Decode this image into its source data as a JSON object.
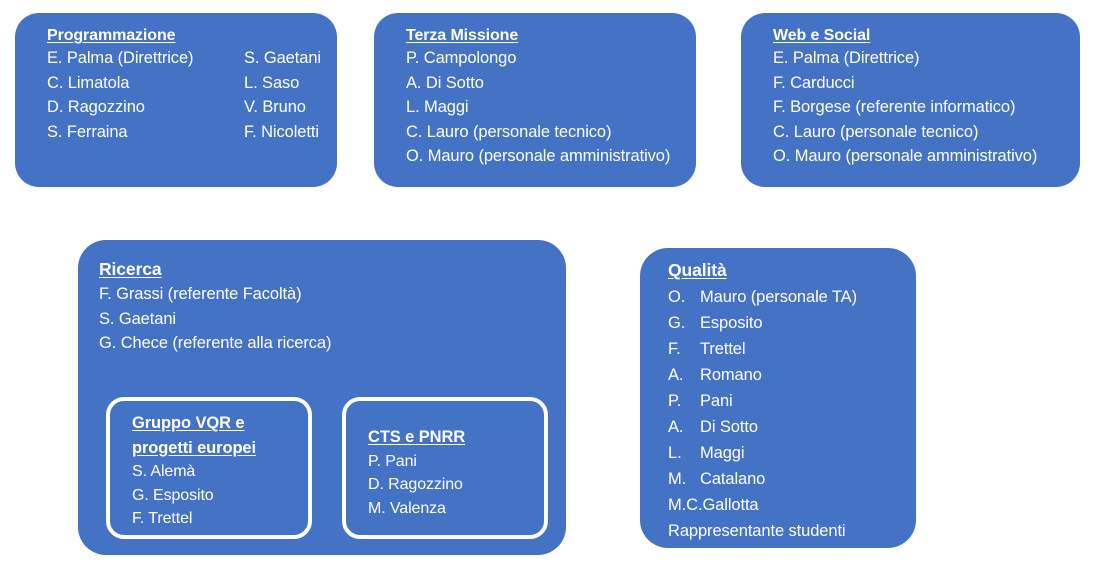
{
  "theme": {
    "card_fill": "#4472C4",
    "card_text": "#FFFFFF",
    "subcard_border": "#FFFFFF",
    "page_background": "#FFFFFF"
  },
  "cards": {
    "programmazione": {
      "title": "Programmazione",
      "column_left": [
        "E. Palma (Direttrice)",
        "C. Limatola",
        "D. Ragozzino",
        "S. Ferraina"
      ],
      "column_right": [
        "S. Gaetani",
        "L. Saso",
        "V. Bruno",
        "F. Nicoletti"
      ]
    },
    "terza_missione": {
      "title": "Terza Missione",
      "members": [
        "P. Campolongo",
        "A. Di Sotto",
        "L. Maggi",
        "C. Lauro (personale tecnico)",
        "O. Mauro (personale amministrativo)"
      ]
    },
    "web_social": {
      "title": "Web e Social",
      "members": [
        "E. Palma (Direttrice)",
        "F. Carducci",
        "F. Borgese (referente informatico)",
        "C. Lauro (personale tecnico)",
        "O. Mauro (personale amministrativo)"
      ]
    },
    "ricerca": {
      "title": "Ricerca",
      "members": [
        "F. Grassi (referente Facoltà)",
        "S. Gaetani",
        "G. Chece (referente alla ricerca)"
      ],
      "subgroups": {
        "vqr": {
          "title_line1": "Gruppo VQR e",
          "title_line2": "progetti europei",
          "members": [
            "S. Alemà",
            "G. Esposito",
            "F. Trettel"
          ]
        },
        "cts": {
          "title": "CTS e PNRR",
          "members": [
            "P. Pani",
            "D. Ragozzino",
            "M. Valenza"
          ]
        }
      }
    },
    "qualita": {
      "title": "Qualità",
      "members": [
        {
          "initial": "O.",
          "name": "Mauro (personale TA)"
        },
        {
          "initial": "G.",
          "name": "Esposito"
        },
        {
          "initial": "F.",
          "name": "Trettel"
        },
        {
          "initial": "A.",
          "name": "Romano"
        },
        {
          "initial": "P.",
          "name": "Pani"
        },
        {
          "initial": "A.",
          "name": "Di Sotto"
        },
        {
          "initial": "L.",
          "name": "Maggi"
        },
        {
          "initial": "M.",
          "name": "Catalano"
        },
        {
          "initial": "M.C.",
          "name": "Gallotta"
        },
        {
          "initial": "",
          "name": "Rappresentante studenti"
        }
      ]
    }
  }
}
